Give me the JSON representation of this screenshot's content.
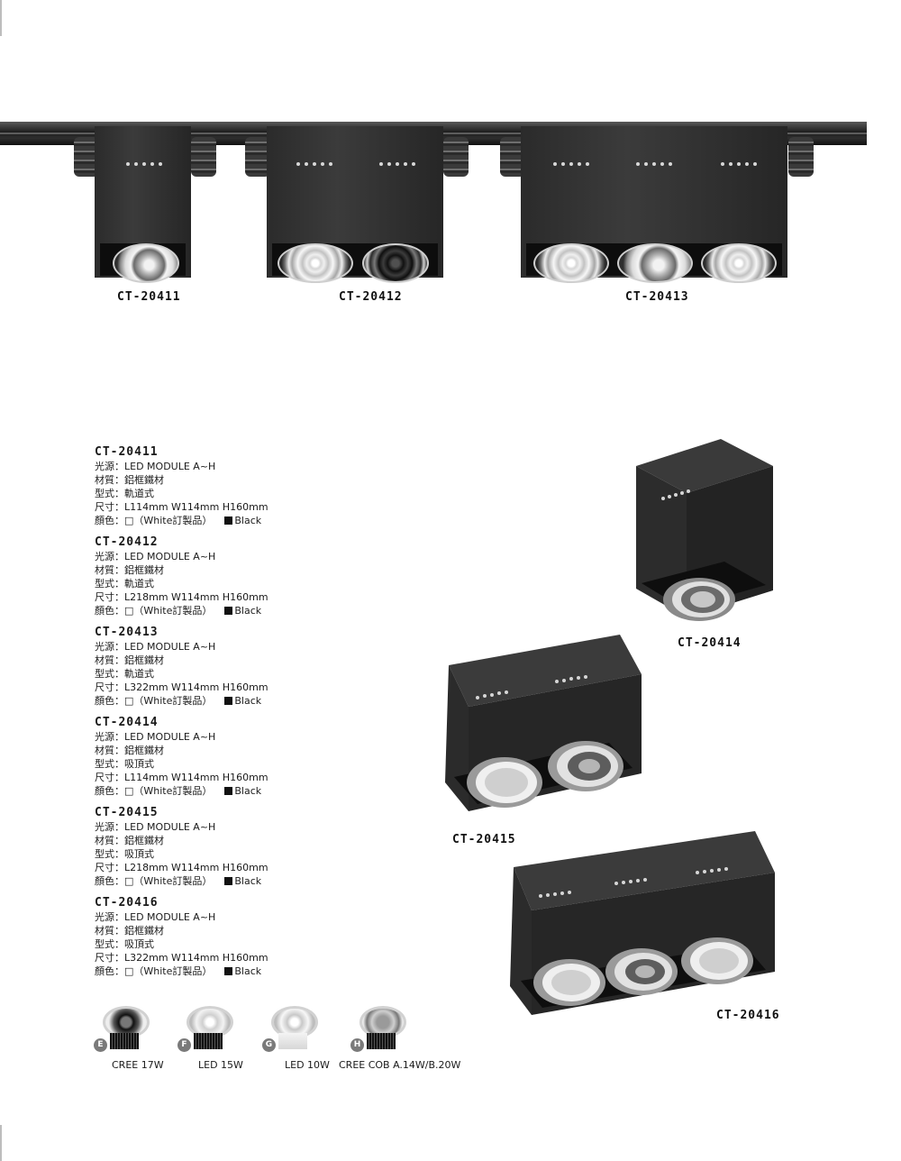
{
  "top_products": [
    {
      "code": "CT-20411"
    },
    {
      "code": "CT-20412"
    },
    {
      "code": "CT-20413"
    }
  ],
  "specs": [
    {
      "code": "CT-20411",
      "light": "光源：LED MODULE A~H",
      "material": "材質：鋁框鐵材",
      "type": "型式：軌道式",
      "size": "尺寸：L114mm W114mm H160mm",
      "color_prefix": "顏色：□（White訂製品）",
      "color_black": "Black"
    },
    {
      "code": "CT-20412",
      "light": "光源：LED MODULE A~H",
      "material": "材質：鋁框鐵材",
      "type": "型式：軌道式",
      "size": "尺寸：L218mm W114mm H160mm",
      "color_prefix": "顏色：□（White訂製品）",
      "color_black": "Black"
    },
    {
      "code": "CT-20413",
      "light": "光源：LED MODULE A~H",
      "material": "材質：鋁框鐵材",
      "type": "型式：軌道式",
      "size": "尺寸：L322mm W114mm H160mm",
      "color_prefix": "顏色：□（White訂製品）",
      "color_black": "Black"
    },
    {
      "code": "CT-20414",
      "light": "光源：LED MODULE A~H",
      "material": "材質：鋁框鐵材",
      "type": "型式：吸頂式",
      "size": "尺寸：L114mm W114mm H160mm",
      "color_prefix": "顏色：□（White訂製品）",
      "color_black": "Black"
    },
    {
      "code": "CT-20415",
      "light": "光源：LED MODULE A~H",
      "material": "材質：鋁框鐵材",
      "type": "型式：吸頂式",
      "size": "尺寸：L218mm W114mm H160mm",
      "color_prefix": "顏色：□（White訂製品）",
      "color_black": "Black"
    },
    {
      "code": "CT-20416",
      "light": "光源：LED MODULE A~H",
      "material": "材質：鋁框鐵材",
      "type": "型式：吸頂式",
      "size": "尺寸：L322mm W114mm H160mm",
      "color_prefix": "顏色：□（White訂製品）",
      "color_black": "Black"
    }
  ],
  "ceiling_products": [
    {
      "code": "CT-20414"
    },
    {
      "code": "CT-20415"
    },
    {
      "code": "CT-20416"
    }
  ],
  "modules": [
    {
      "letter": "E",
      "label": "CREE 17W"
    },
    {
      "letter": "F",
      "label": "LED 15W"
    },
    {
      "letter": "G",
      "label": "LED 10W"
    },
    {
      "letter": "H",
      "label": "CREE COB A.14W/B.20W"
    }
  ]
}
